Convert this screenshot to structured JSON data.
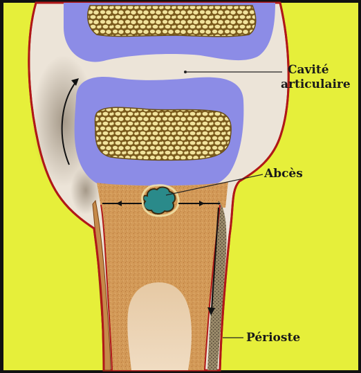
{
  "labels": {
    "cavite_line1": "Cavité",
    "cavite_line2": "articulaire",
    "abces": "Abcès",
    "perioste": "Périoste"
  },
  "colors": {
    "background": "#e6ef3a",
    "capsule": "#ece4d8",
    "outline": "#b01818",
    "cartilage": "#8c8ce6",
    "spongy_bone": "#c9a64a",
    "spongy_cell": "#f1e39c",
    "shaft": "#d49a5c",
    "marrow": "#e8cfb0",
    "abscess": "#2a8a8a"
  }
}
